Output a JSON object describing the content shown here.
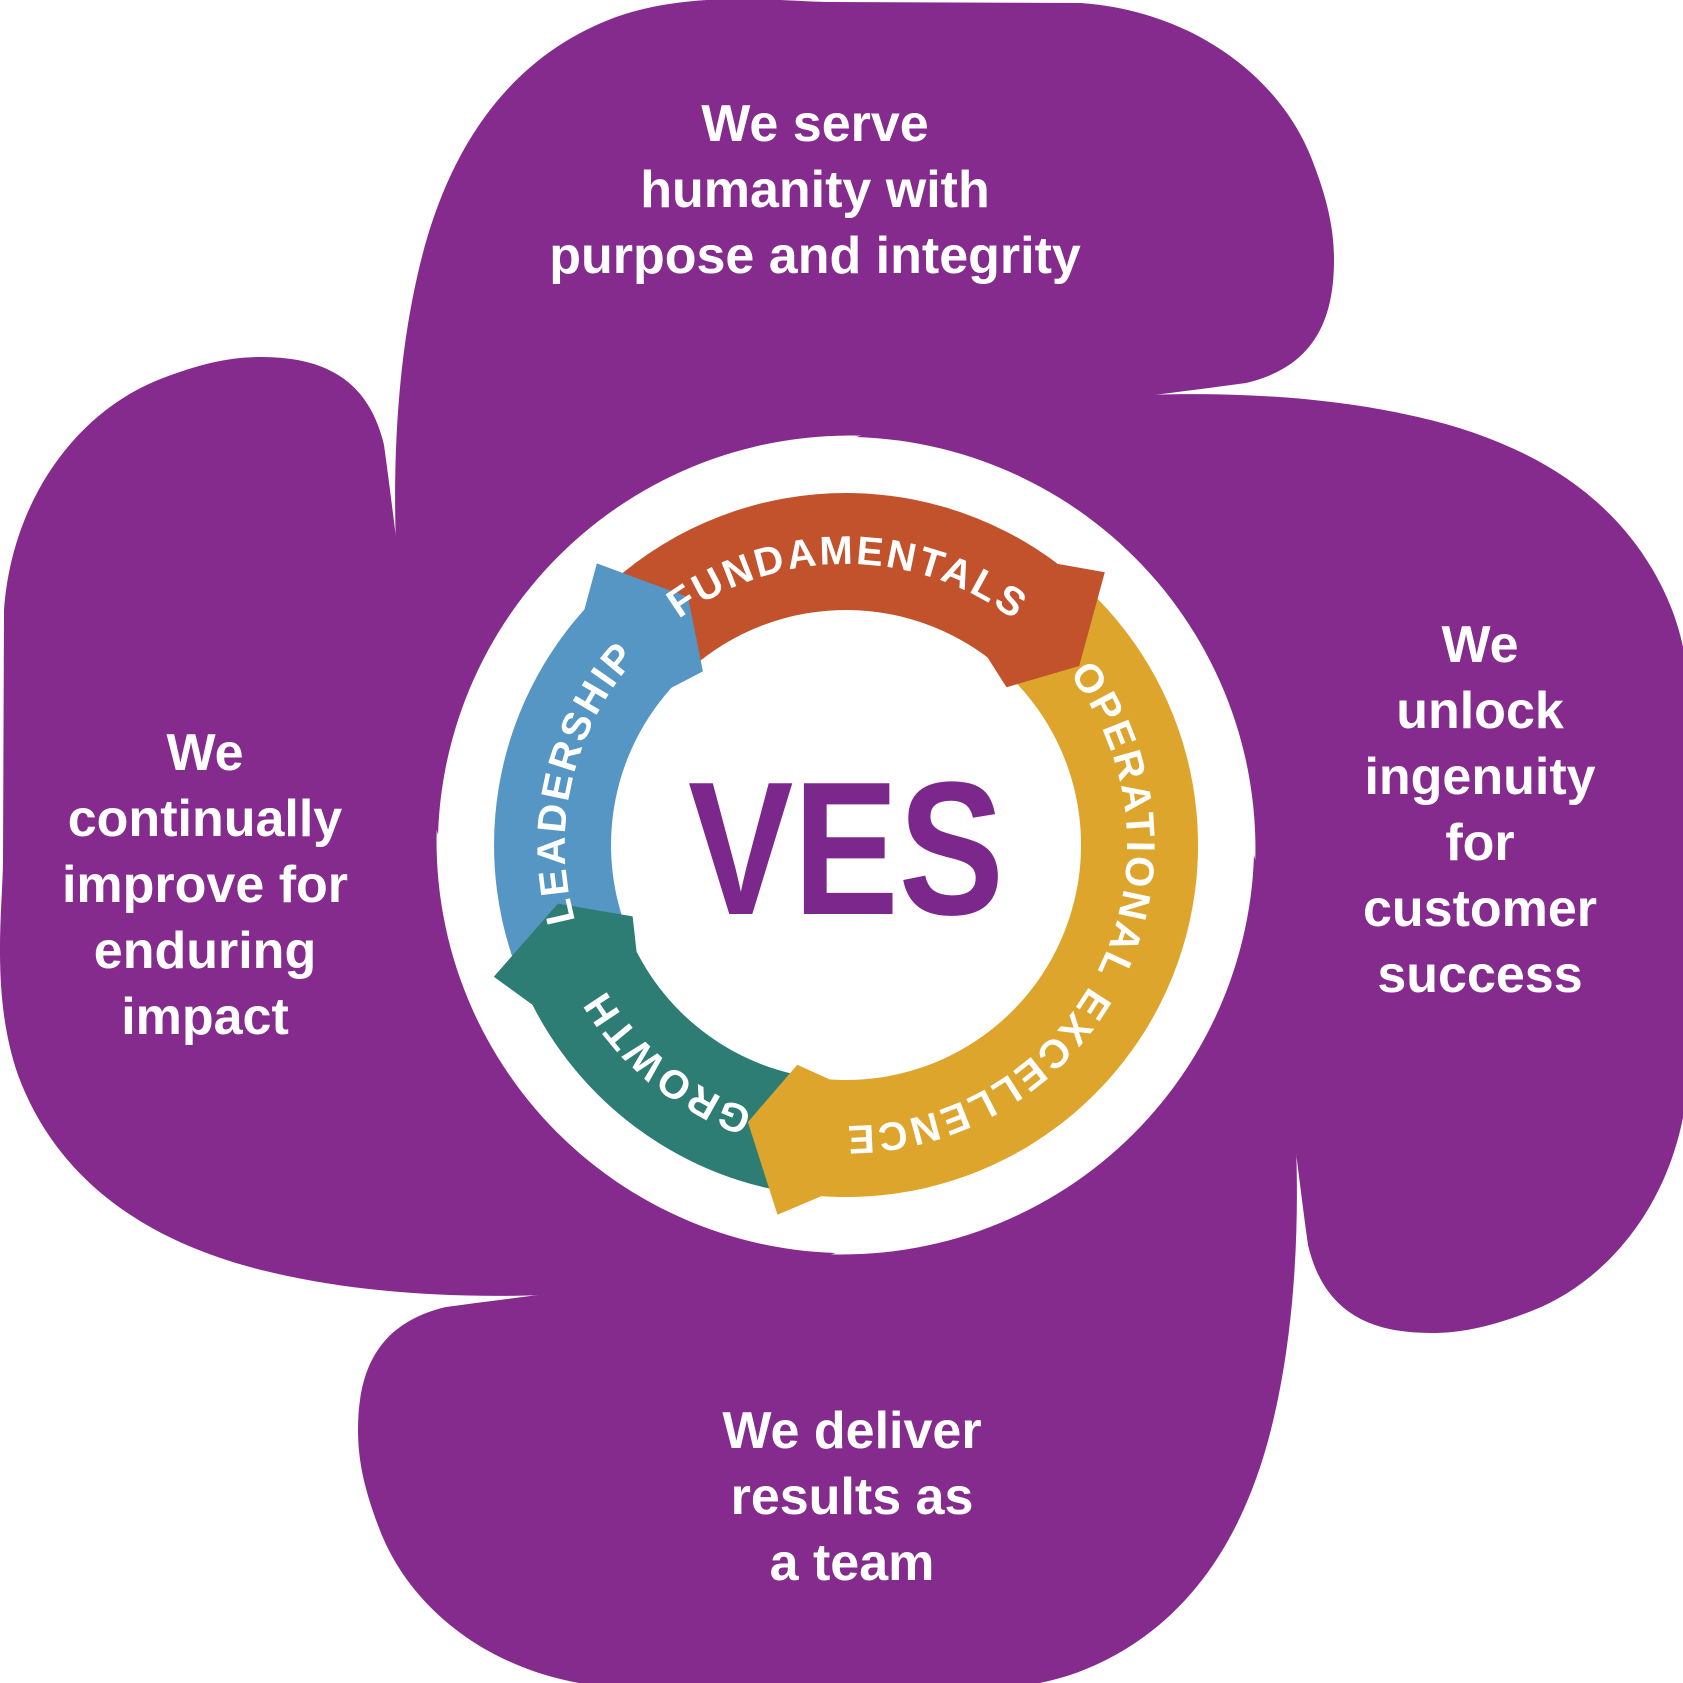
{
  "diagram": {
    "center_label": "VES",
    "ring_segments": [
      {
        "label": "FUNDAMENTALS",
        "color": "#c2522c",
        "start": 318,
        "end": 403
      },
      {
        "label": "OPERATIONAL EXCELLENCE",
        "color": "#dea52d",
        "start": 43,
        "end": 190
      },
      {
        "label": "GROWTH",
        "color": "#2d7d75",
        "start": 190,
        "end": 249
      },
      {
        "label": "LEADERSHIP",
        "color": "#5596c4",
        "start": 249,
        "end": 318
      }
    ],
    "petals": [
      {
        "position": "top",
        "text": "We serve\nhumanity with\npurpose and integrity"
      },
      {
        "position": "right",
        "text": "We\nunlock\ningenuity for\ncustomer\nsuccess"
      },
      {
        "position": "bottom",
        "text": "We deliver\nresults as\na team"
      },
      {
        "position": "left",
        "text": "We\ncontinually\nimprove for\nenduring\nimpact"
      }
    ],
    "colors": {
      "petal": "#852b8d",
      "center_text": "#7c278c",
      "label_text": "#ffffff",
      "background": "#ffffff"
    }
  }
}
